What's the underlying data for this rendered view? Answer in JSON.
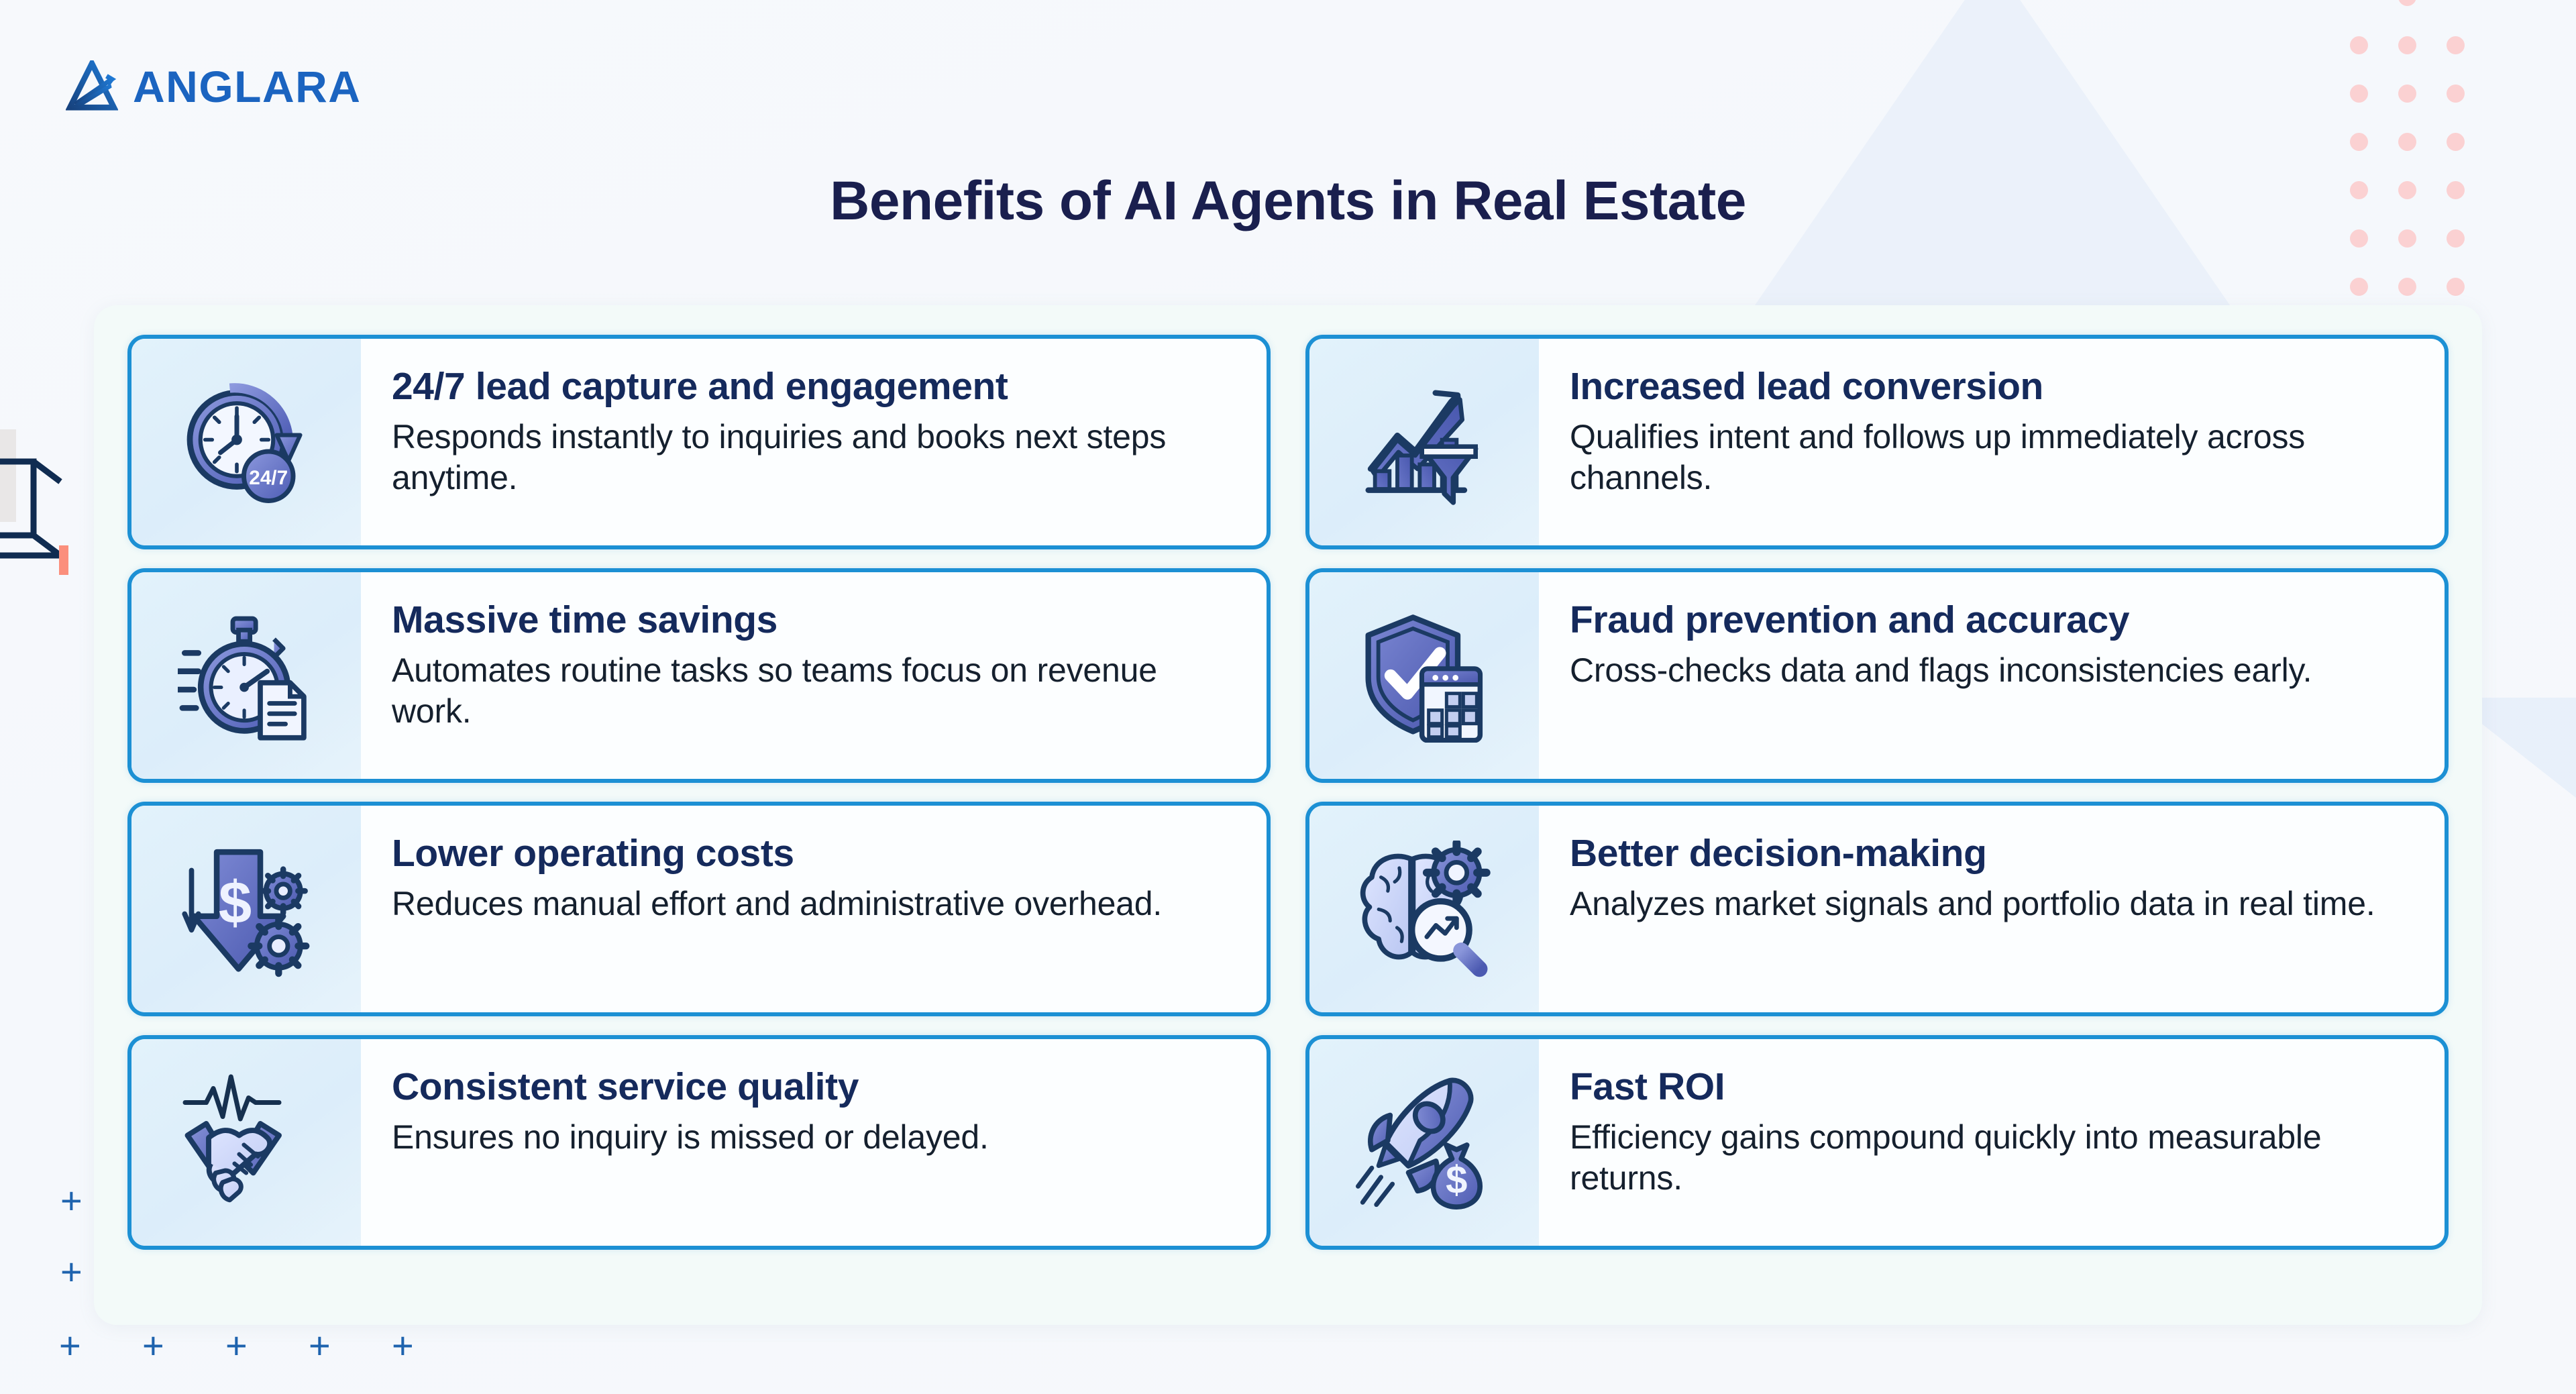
{
  "brand": {
    "name": "ANGLARA",
    "logo_icon": "anglara-triangle-arrow-logo",
    "color": "#1b64c0"
  },
  "header": {
    "title": "Benefits of AI Agents in Real Estate",
    "title_color": "#1a1f4e"
  },
  "theme": {
    "page_background": "#f6f8fb",
    "panel_background": "#f3faf9",
    "card_border": "#1c90d4",
    "card_background": "#fcfeff",
    "icon_panel_background": "#e2f2fb",
    "title_color": "#152a5c",
    "body_color": "#15202e",
    "accent_pink": "#fbd1d2",
    "accent_coral": "#fb8f7c",
    "accent_plus": "#1e63ae",
    "icon_dark": "#1b3a63",
    "icon_fill": "#5a68bc",
    "icon_light": "#c8d4f5"
  },
  "benefits": [
    {
      "id": "lead-capture",
      "icon": "clock-24-7-icon",
      "title": "24/7 lead capture and engagement",
      "description": "Responds instantly to inquiries and books next steps anytime."
    },
    {
      "id": "lead-conversion",
      "icon": "growth-chart-funnel-icon",
      "title": "Increased lead conversion",
      "description": "Qualifies intent and follows up immediately across channels."
    },
    {
      "id": "time-savings",
      "icon": "stopwatch-document-icon",
      "title": "Massive time savings",
      "description": "Automates routine tasks so teams focus on revenue work."
    },
    {
      "id": "fraud-prevention",
      "icon": "shield-check-keypad-icon",
      "title": "Fraud prevention and accuracy",
      "description": "Cross-checks data and flags inconsistencies early."
    },
    {
      "id": "operating-costs",
      "icon": "down-arrow-dollar-gears-icon",
      "title": "Lower operating costs",
      "description": "Reduces manual effort and administrative overhead."
    },
    {
      "id": "decision-making",
      "icon": "brain-gear-magnifier-icon",
      "title": "Better decision-making",
      "description": "Analyzes market signals and portfolio data in real time."
    },
    {
      "id": "service-quality",
      "icon": "handshake-pulse-icon",
      "title": "Consistent service quality",
      "description": "Ensures no inquiry is missed or delayed."
    },
    {
      "id": "fast-roi",
      "icon": "rocket-money-bag-icon",
      "title": "Fast ROI",
      "description": "Efficiency gains compound quickly into measurable returns."
    }
  ],
  "decorations": {
    "dot_grid": {
      "icon": "pink-dot-grid",
      "rows": 7,
      "cols": 3
    },
    "cube": {
      "icon": "wireframe-cube-icon"
    },
    "plus_marks": {
      "icon": "plus-mark",
      "count": 7
    },
    "triangles": {
      "icon": "faint-triangle-watermark",
      "count": 2
    }
  }
}
